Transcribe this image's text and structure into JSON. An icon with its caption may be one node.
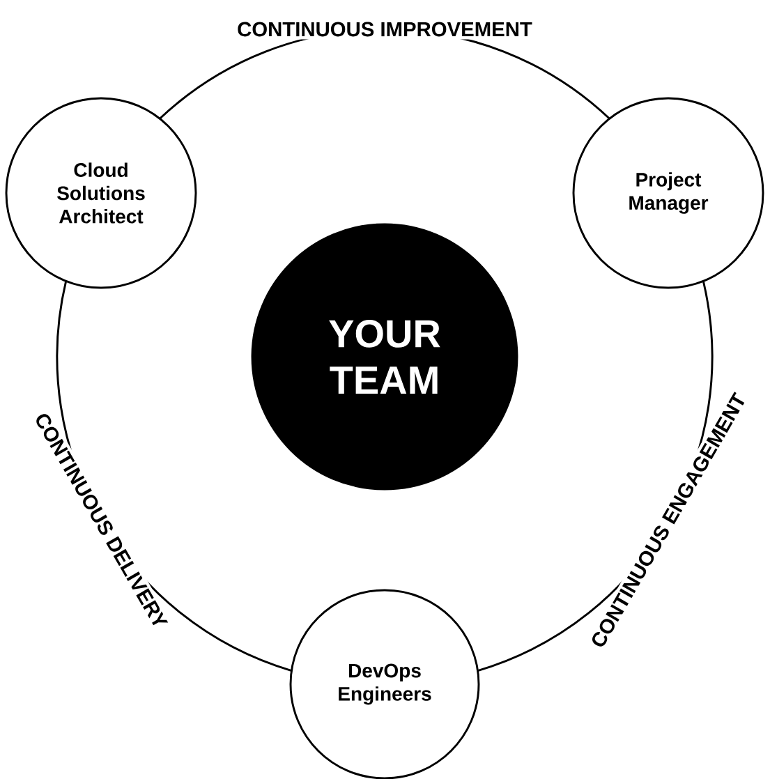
{
  "diagram": {
    "nodes": [
      {
        "text": [
          "Cloud Solutions Architect"
        ]
      },
      {
        "text": [
          "Project Manager"
        ]
      },
      {
        "text": [
          "YOUR TEAM"
        ]
      },
      {
        "text": [
          "DevOps Engineers"
        ]
      }
    ],
    "edges": [
      {
        "from": 0,
        "to": 1,
        "arrow": "none",
        "label": "CONTINUOUS IMPROVEMENT"
      },
      {
        "from": 1,
        "to": 3,
        "arrow": "none",
        "label": "CONTINUOUS ENGAGEMENT"
      },
      {
        "from": 3,
        "to": 0,
        "arrow": "none",
        "label": "CONTINUOUS DELIVERY"
      }
    ]
  }
}
